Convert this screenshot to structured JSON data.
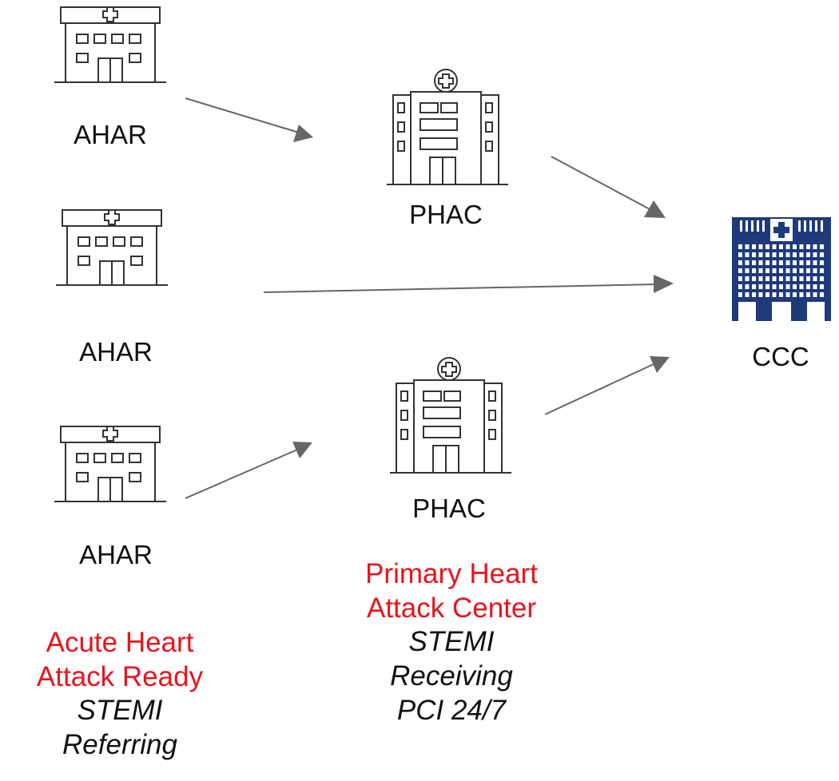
{
  "nodes": {
    "ahar_1": {
      "label": "AHAR"
    },
    "ahar_2": {
      "label": "AHAR"
    },
    "ahar_3": {
      "label": "AHAR"
    },
    "phac_1": {
      "label": "PHAC"
    },
    "phac_2": {
      "label": "PHAC"
    },
    "ccc": {
      "label": "CCC"
    }
  },
  "legend": {
    "ahar": {
      "title_line1": "Acute Heart",
      "title_line2": "Attack Ready",
      "sub_line1": "STEMI",
      "sub_line2": "Referring"
    },
    "phac": {
      "title_line1": "Primary Heart",
      "title_line2": "Attack Center",
      "sub_line1": "STEMI",
      "sub_line2": "Receiving",
      "sub_line3": "PCI 24/7"
    }
  },
  "colors": {
    "accent_red": "#e8141c",
    "ccc_blue": "#1f3a7a",
    "arrow_gray": "#666666",
    "outline": "#333333"
  },
  "icons": {
    "ahar": "small-hospital-icon",
    "phac": "hospital-tower-icon",
    "ccc": "large-hospital-icon"
  }
}
